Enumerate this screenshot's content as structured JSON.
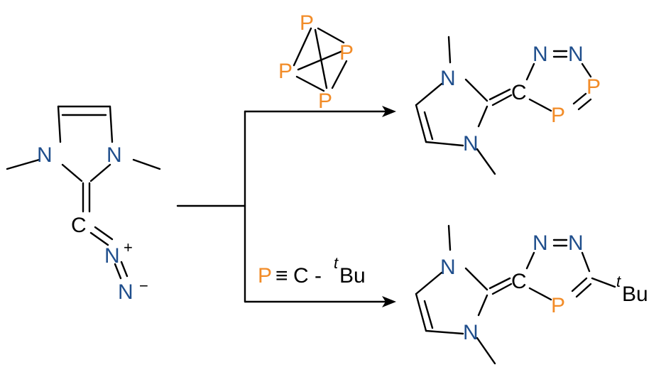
{
  "colors": {
    "carbon": "#000000",
    "nitrogen": "#1f4e8c",
    "phosphorus": "#f28c28"
  },
  "labels": {
    "N": "N",
    "C": "C",
    "P": "P",
    "plus": "+",
    "minus": "−",
    "tBu_sup": "t",
    "tBu_main": "Bu",
    "phosphaalkyne_P": "P",
    "phosphaalkyne_triple": "≡",
    "phosphaalkyne_C": "C",
    "phosphaalkyne_dash": "-"
  }
}
